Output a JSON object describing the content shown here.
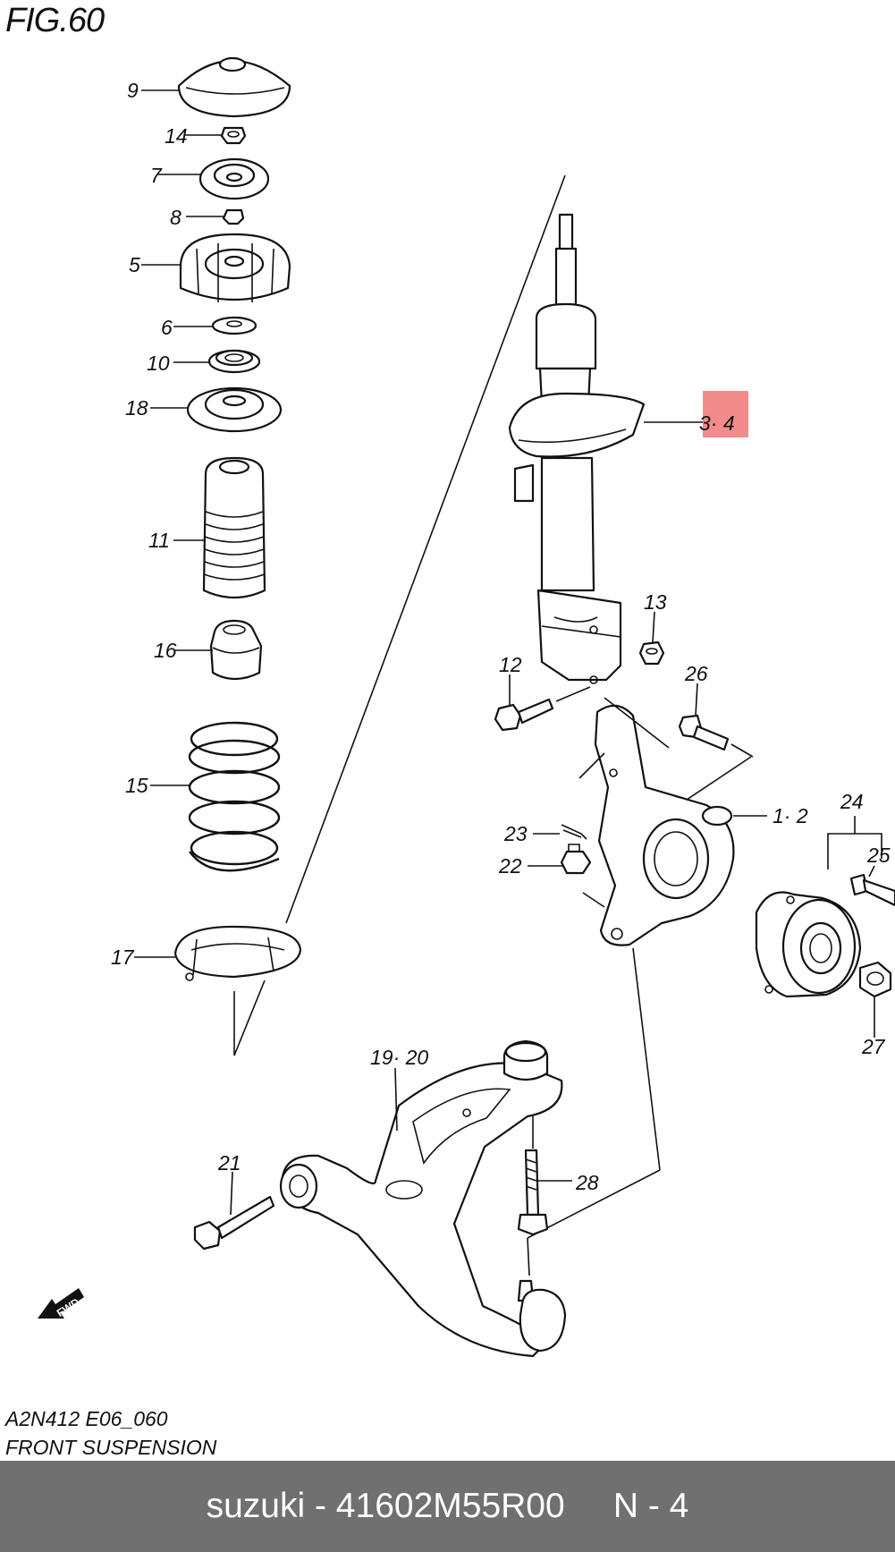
{
  "figure": {
    "title": "FIG.60",
    "code": "A2N412 E06_060",
    "caption": "FRONT SUSPENSION"
  },
  "callouts": {
    "c9": "9",
    "c14": "14",
    "c7": "7",
    "c8": "8",
    "c5": "5",
    "c6": "6",
    "c10": "10",
    "c18": "18",
    "c11": "11",
    "c16": "16",
    "c15": "15",
    "c17": "17",
    "c34": "3· 4",
    "c13": "13",
    "c12": "12",
    "c26": "26",
    "c12b": "1· 2",
    "c23": "23",
    "c22": "22",
    "c24": "24",
    "c25": "25",
    "c27": "27",
    "c1920": "19· 20",
    "c21": "21",
    "c28": "28"
  },
  "fwd_label": "FWD",
  "highlight_color": "#f48b8b",
  "footer": {
    "text": "suzuki - 41602M55R00     N - 4"
  }
}
